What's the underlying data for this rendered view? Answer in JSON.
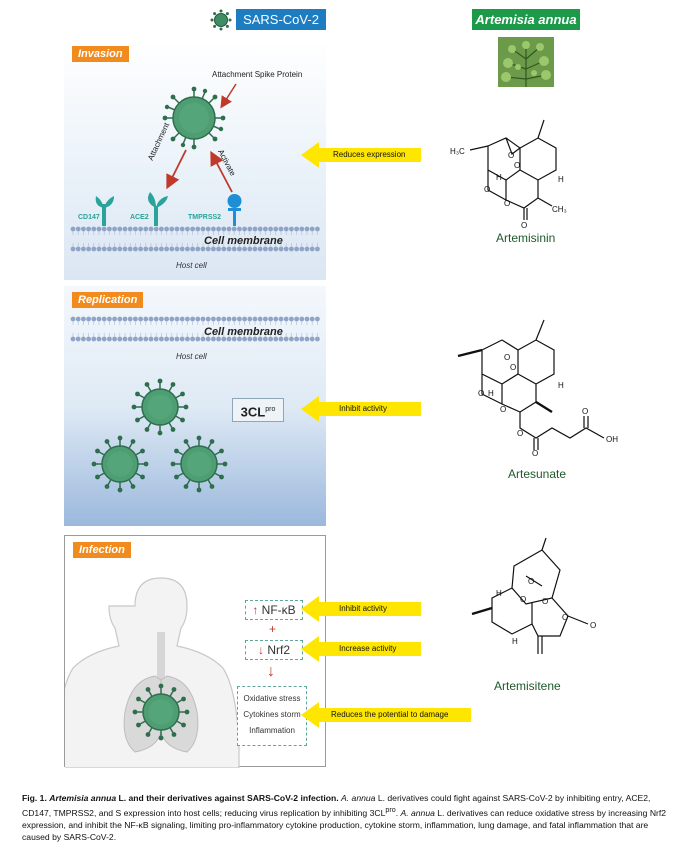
{
  "header": {
    "virus_label": "SARS-CoV-2",
    "plant_label": "Artemisia annua"
  },
  "colors": {
    "virus_badge": "#1e7dc1",
    "plant_badge": "#1c9a4a",
    "stage_tag": "#f18b1e",
    "arrow_yellow": "#ffe600",
    "red_arrow": "#c0392b",
    "virus_green": "#3e8d64",
    "receptor_teal": "#2aa39a"
  },
  "invasion": {
    "tag": "Invasion",
    "spike_label": "Attachment Spike Protein",
    "attachment_label": "Attachment",
    "activate_label": "Activate",
    "receptors": [
      "CD147",
      "ACE2",
      "TMPRSS2"
    ],
    "membrane_label": "Cell membrane",
    "host_label": "Host cell"
  },
  "replication": {
    "tag": "Replication",
    "membrane_label": "Cell membrane",
    "host_label": "Host cell",
    "protease_label": "3CL",
    "protease_sup": "pro"
  },
  "infection": {
    "tag": "Infection",
    "nfkb_label": "NF-κB",
    "nfkb_arrow": "↑",
    "plus": "+",
    "nrf2_label": "Nrf2",
    "nrf2_arrow": "↓",
    "down_arrow": "↓",
    "outcomes": [
      "Oxidative stress",
      "Cytokines storm",
      "Inflammation"
    ]
  },
  "effects": [
    "Reduces expression",
    "Inhibit activity",
    "Inhibit activity",
    "Increase activity",
    "Reduces the potential to damage"
  ],
  "molecules": {
    "artemisinin": "Artemisinin",
    "artesunate": "Artesunate",
    "artemisitene": "Artemisitene",
    "atoms": {
      "O": "O",
      "H": "H",
      "H3C": "H₃C",
      "CH3": "CH₃",
      "OH": "OH"
    }
  },
  "caption": {
    "label": "Fig. 1.",
    "title_italic": "Artemisia annua",
    "title_rest": " L. and their derivatives against SARS-CoV-2 infection.",
    "sp1": "A. annua",
    "text1": " L. derivatives could fight against SARS-CoV-2 by inhibiting entry, ACE2, CD147, TMPRSS2, and S expression into host cells; reducing virus replication by inhibiting 3CL",
    "sup": "pro",
    "text2": ". ",
    "sp2": "A. annua",
    "text3": " L. derivatives can reduce oxidative stress by increasing Nrf2 expression, and inhibit the NF-κB signaling, limiting pro-inflammatory cytokine production, cytokine storm, inflammation, lung damage, and fatal inflammation that are caused by SARS-CoV-2."
  }
}
